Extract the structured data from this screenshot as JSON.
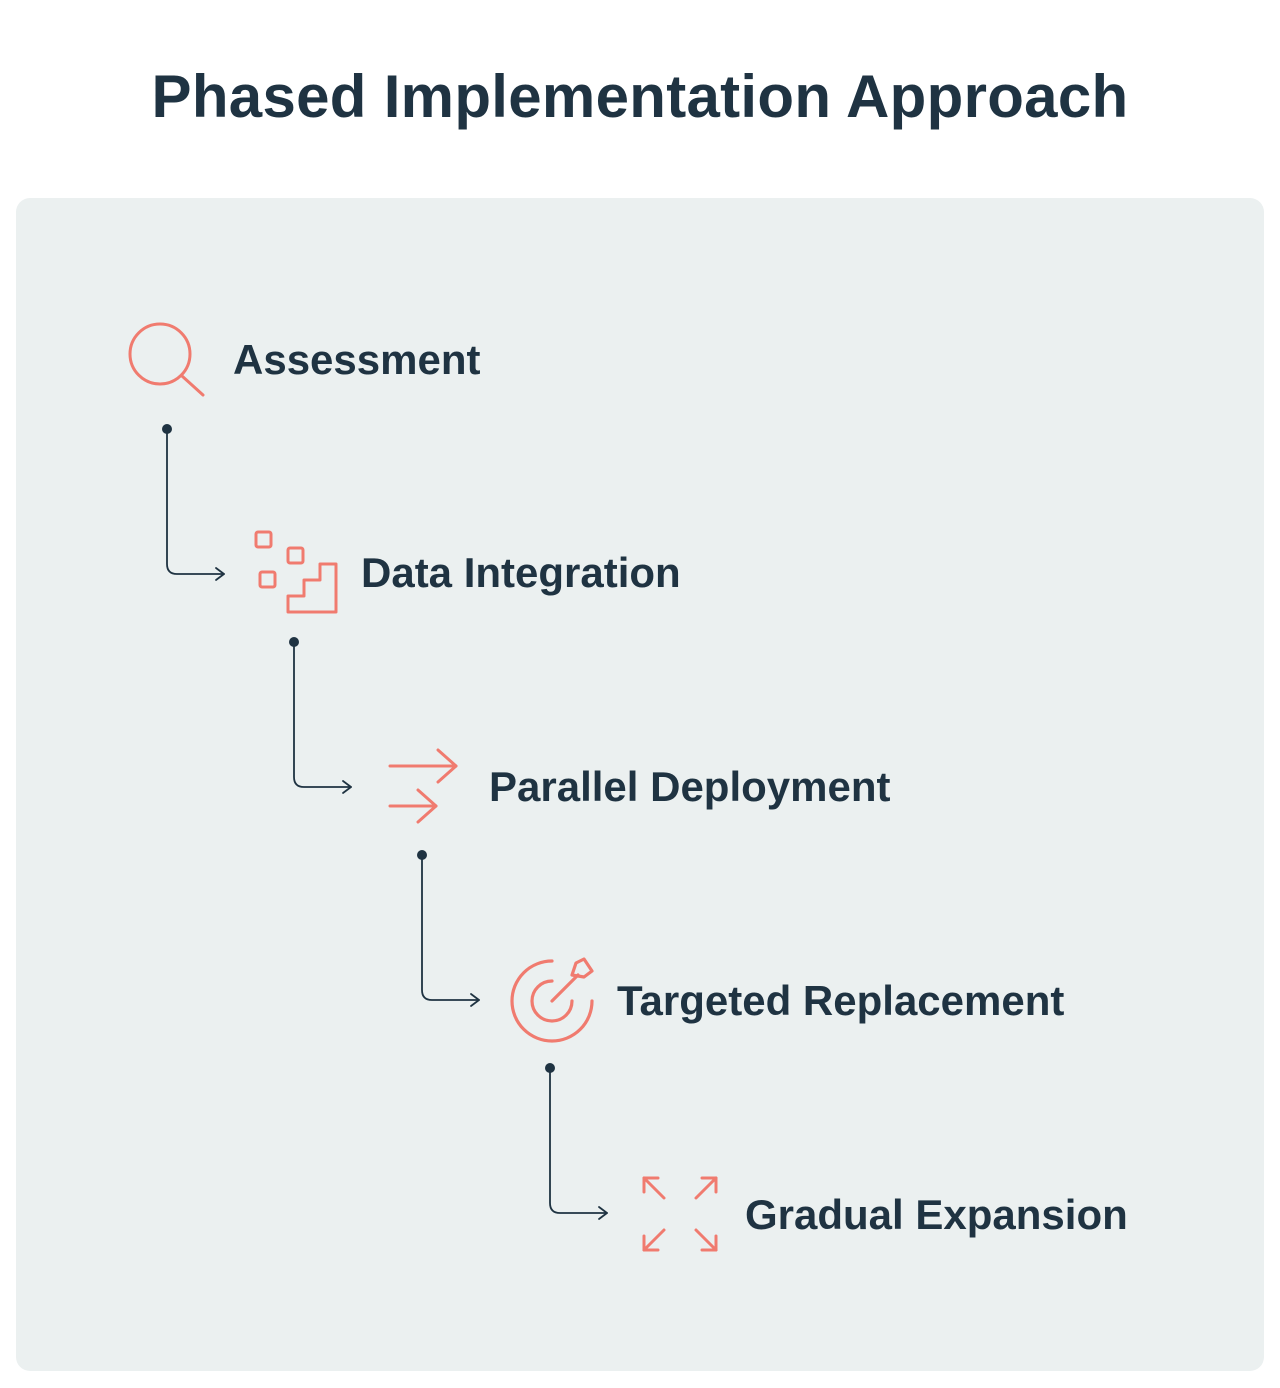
{
  "title": "Phased Implementation Approach",
  "colors": {
    "accent": "#f07b6f",
    "text": "#1f3342",
    "panel": "#ebf0f0",
    "connector": "#1f3342"
  },
  "steps": [
    {
      "label": "Assessment",
      "icon": "magnifier-icon"
    },
    {
      "label": "Data Integration",
      "icon": "staircase-blocks-icon"
    },
    {
      "label": "Parallel Deployment",
      "icon": "parallel-arrows-icon"
    },
    {
      "label": "Targeted Replacement",
      "icon": "target-dart-icon"
    },
    {
      "label": "Gradual Expansion",
      "icon": "expand-arrows-icon"
    }
  ]
}
